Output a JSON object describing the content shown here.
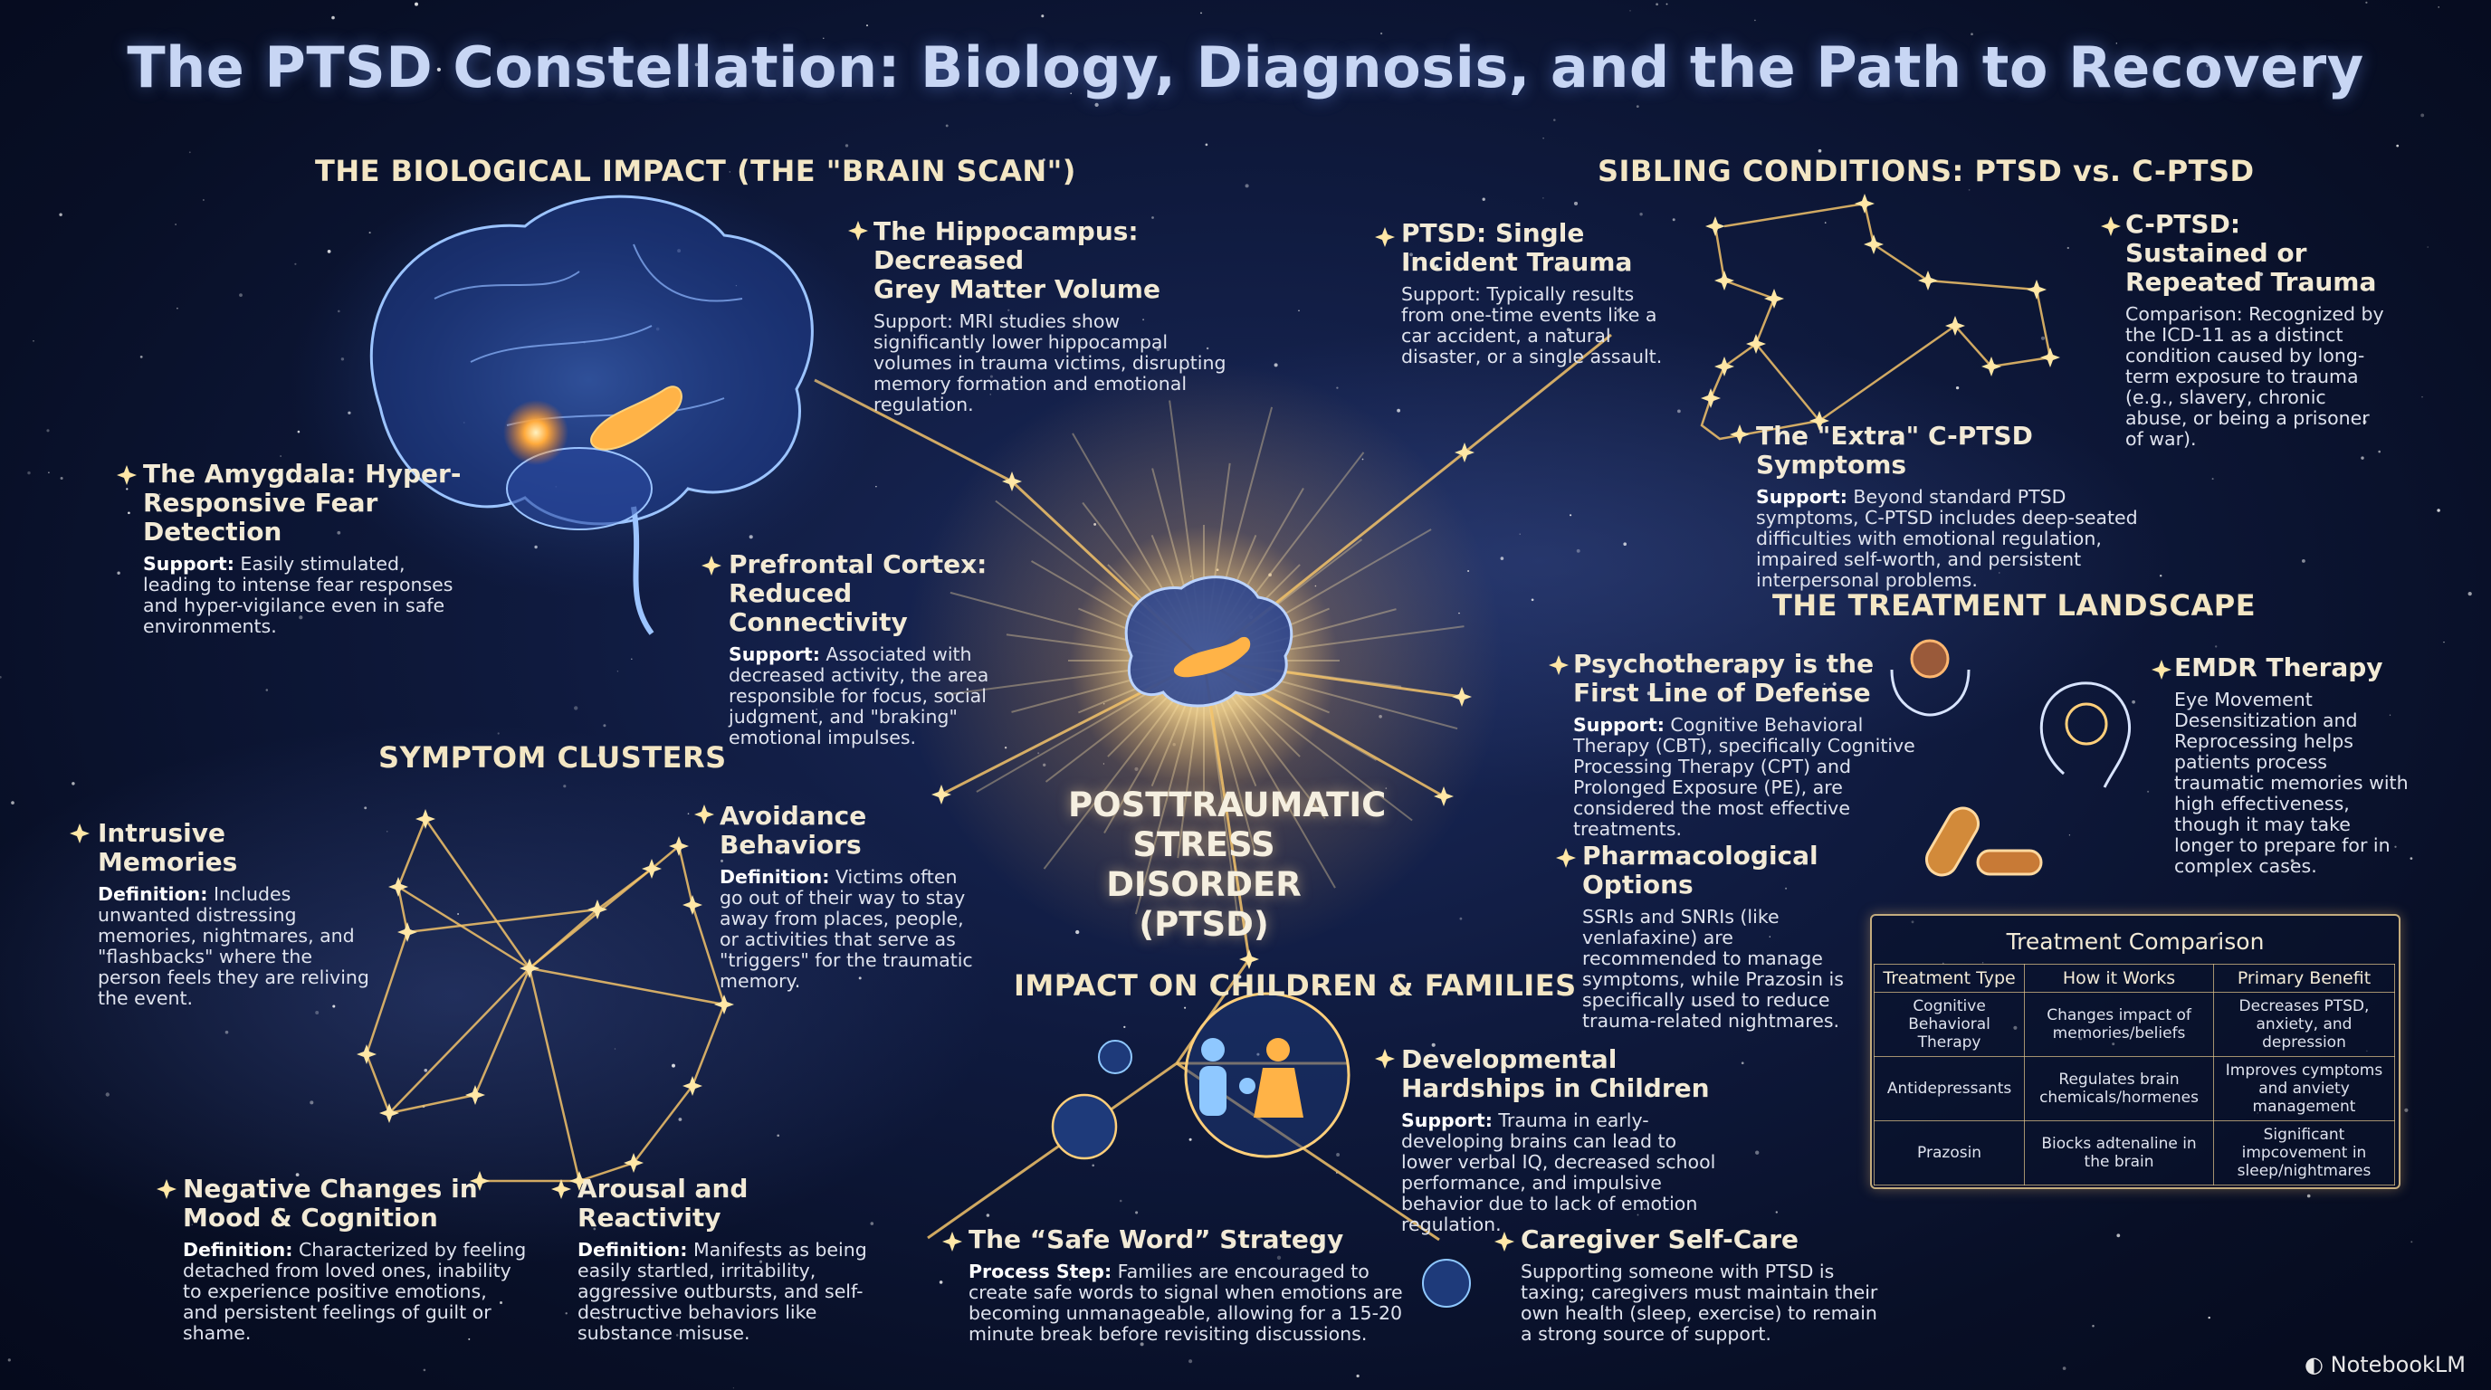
{
  "title": "The PTSD Constellation: Biology, Diagnosis, and the Path to Recovery",
  "center_label": [
    "POSTTRAUMATIC",
    "STRESS DISORDER",
    "(PTSD)"
  ],
  "sections": {
    "biological": "THE BIOLOGICAL IMPACT (THE \"BRAIN SCAN\")",
    "sibling": "SIBLING CONDITIONS: PTSD vs. C-PTSD",
    "treatment": "THE TREATMENT LANDSCAPE",
    "symptoms": "SYMPTOM CLUSTERS",
    "children": "IMPACT ON CHILDREN & FAMILIES"
  },
  "nodes": {
    "hippocampus": {
      "title": [
        "The Hippocampus: Decreased",
        "Grey Matter Volume"
      ],
      "body": "Support: MRI studies show significantly lower hippocampal volumes in trauma victims, disrupting memory formation and emotional regulation."
    },
    "amygdala": {
      "title": [
        "The Amygdala: Hyper-",
        "Responsive Fear Detection"
      ],
      "label": "Support:",
      "body": " Easily stimulated, leading to intense fear responses and hyper-vigilance even in safe environments."
    },
    "prefrontal": {
      "title": [
        "Prefrontal Cortex:",
        "Reduced Connectivity"
      ],
      "label": "Support:",
      "body": " Associated with decreased activity, the area responsible for focus, social judgment, and \"braking\" emotional impulses."
    },
    "ptsd_single": {
      "title": [
        "PTSD: Single",
        "Incident Trauma"
      ],
      "body": "Support: Typically results from one-time events like a car accident, a natural disaster, or a single assault."
    },
    "cptsd": {
      "title": [
        "C-PTSD: Sustained or",
        "Repeated Trauma"
      ],
      "body": "Comparison: Recognized by the ICD-11 as a distinct condition caused by long-term exposure to trauma (e.g., slavery, chronic abuse, or being a prisoner of war)."
    },
    "extra": {
      "title": [
        "The \"Extra\" C-PTSD Symptoms"
      ],
      "label": "Support:",
      "body": " Beyond standard PTSD symptoms, C-PTSD includes deep-seated difficulties with emotional regulation, impaired self-worth, and persistent interpersonal problems."
    },
    "psychotherapy": {
      "title": [
        "Psychotherapy is the",
        "First Line of Defense"
      ],
      "label": "Support:",
      "body": " Cognitive Behavioral Therapy (CBT), specifically Cognitive Processing Therapy (CPT) and Prolonged Exposure (PE), are considered the most effective treatments."
    },
    "emdr": {
      "title": [
        "EMDR Therapy"
      ],
      "body": "Eye Movement Desensitization and Reprocessing helps patients process traumatic memories with high effectiveness, though it may take longer to prepare for in complex cases."
    },
    "pharma": {
      "title": [
        "Pharmacological Options"
      ],
      "body": "SSRIs and SNRIs (like venlafaxine) are recommended to manage symptoms, while Prazosin is specifically used to reduce trauma-related nightmares."
    },
    "intrusive": {
      "title": [
        "Intrusive Memories"
      ],
      "label": "Definition:",
      "body": " Includes unwanted distressing memories, nightmares, and \"flashbacks\" where the person feels they are reliving the event."
    },
    "avoidance": {
      "title": [
        "Avoidance Behaviors"
      ],
      "label": "Definition:",
      "body": " Victims often go out of their way to stay away from places, people, or activities that serve as \"triggers\" for the traumatic memory."
    },
    "negative": {
      "title": [
        "Negative Changes in",
        "Mood & Cognition"
      ],
      "label": "Definition:",
      "body": " Characterized by feeling detached from loved ones, inability to experience positive emotions, and persistent feelings of guilt or shame."
    },
    "arousal": {
      "title": [
        "Arousal and Reactivity"
      ],
      "label": "Definition:",
      "body": " Manifests as being easily startled, irritability, aggressive outbursts, and self-destructive behaviors like substance misuse."
    },
    "developmental": {
      "title": [
        "Developmental",
        "Hardships in Children"
      ],
      "label": "Support:",
      "body": " Trauma in early-developing brains can lead to lower verbal IQ, decreased school performance, and impulsive behavior due to lack of emotion regulation."
    },
    "safeword": {
      "title": [
        "The “Safe Word” Strategy"
      ],
      "label": "Process Step:",
      "body": " Families are encouraged to create safe words to signal when emotions are becoming unmanageable, allowing for a 15-20 minute break before revisiting discussions."
    },
    "caregiver": {
      "title": [
        "Caregiver Self-Care"
      ],
      "body": "Supporting someone with PTSD is taxing; caregivers must maintain their own health (sleep, exercise) to remain a strong source of support."
    }
  },
  "table": {
    "title": "Treatment Comparison",
    "headers": [
      "Treatment Type",
      "How it Works",
      "Primary Benefit"
    ],
    "rows": [
      [
        "Cognitive Behavioral Therapy",
        "Changes impact of memories/beliefs",
        "Decreases PTSD, anxiety, and depression"
      ],
      [
        "Antidepressants",
        "Regulates brain chemicals/hormenes",
        "Improves cymptoms and anviety management"
      ],
      [
        "Prazosin",
        "Biocks adtenaline in the brain",
        "Significant impcovement in sleep/nightmares"
      ]
    ]
  },
  "logo": "NotebookLM",
  "colors": {
    "gold": "#f3c36a",
    "title": "#c8d6f4",
    "background": "#0f1a3e"
  }
}
